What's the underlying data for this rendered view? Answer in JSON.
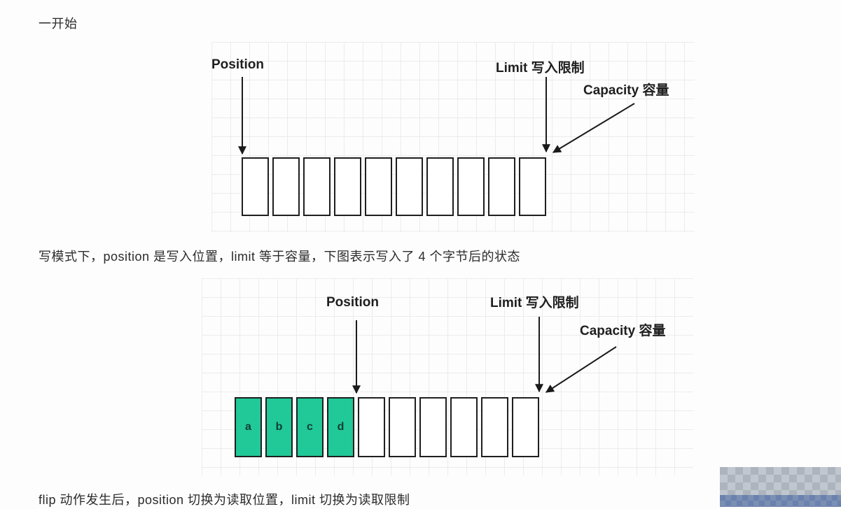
{
  "texts": {
    "intro": "一开始",
    "write_mode": "写模式下，position 是写入位置，limit 等于容量，下图表示写入了 4 个字节后的状态",
    "flip": "flip 动作发生后，position 切换为读取位置，limit 切换为读取限制"
  },
  "diagram_initial": {
    "position_label": "Position",
    "limit_label": "Limit 写入限制",
    "capacity_label": "Capacity 容量",
    "cell_count": 10,
    "cells": [
      "",
      "",
      "",
      "",
      "",
      "",
      "",
      "",
      "",
      ""
    ]
  },
  "diagram_after_write": {
    "position_label": "Position",
    "limit_label": "Limit 写入限制",
    "capacity_label": "Capacity 容量",
    "cell_count": 10,
    "cells": [
      "a",
      "b",
      "c",
      "d",
      "",
      "",
      "",
      "",
      "",
      ""
    ]
  },
  "colors": {
    "filled_cell": "#20c997",
    "cell_border": "#1f1f1f",
    "grid_line": "#ececec",
    "arrow": "#1a1a1a",
    "text": "#2b2b2b"
  }
}
